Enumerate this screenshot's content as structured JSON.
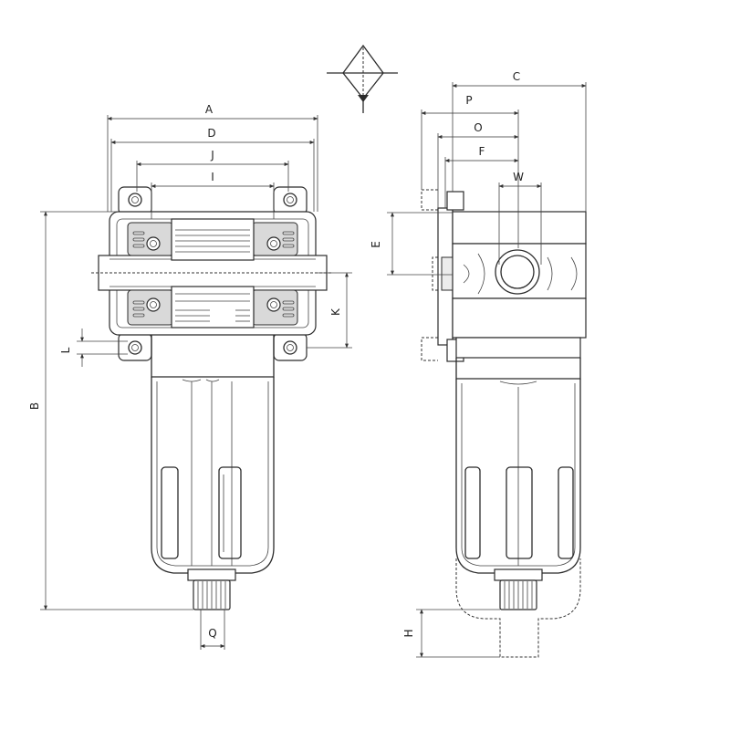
{
  "symbol": {
    "icon": "filter-symbol-icon"
  },
  "dimensions": {
    "A": "A",
    "B": "B",
    "C": "C",
    "D": "D",
    "E": "E",
    "F": "F",
    "H": "H",
    "I": "I",
    "J": "J",
    "K": "K",
    "L": "L",
    "O": "O",
    "P": "P",
    "Q": "Q",
    "W": "W"
  }
}
